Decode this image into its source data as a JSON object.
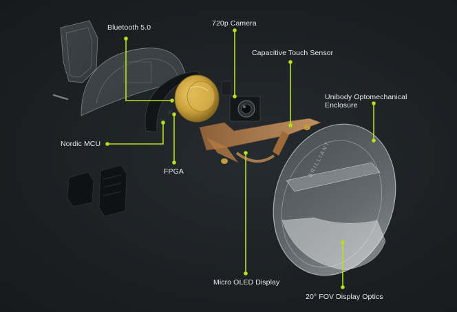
{
  "colors": {
    "background": "#1c2023",
    "callout": "#b6e21c",
    "label_text": "#e9ecee",
    "gold": "#c8a03a"
  },
  "callouts": {
    "bluetooth": "Bluetooth 5.0",
    "camera": "720p Camera",
    "touch_sensor": "Capacitive Touch Sensor",
    "enclosure_line1": "Unibody Optomechanical",
    "enclosure_line2": "Enclosure",
    "nordic_mcu": "Nordic MCU",
    "fpga": "FPGA",
    "micro_oled": "Micro OLED Display",
    "display_optics": "20° FOV Display Optics"
  },
  "lens_engraving": "BRILLIANT"
}
